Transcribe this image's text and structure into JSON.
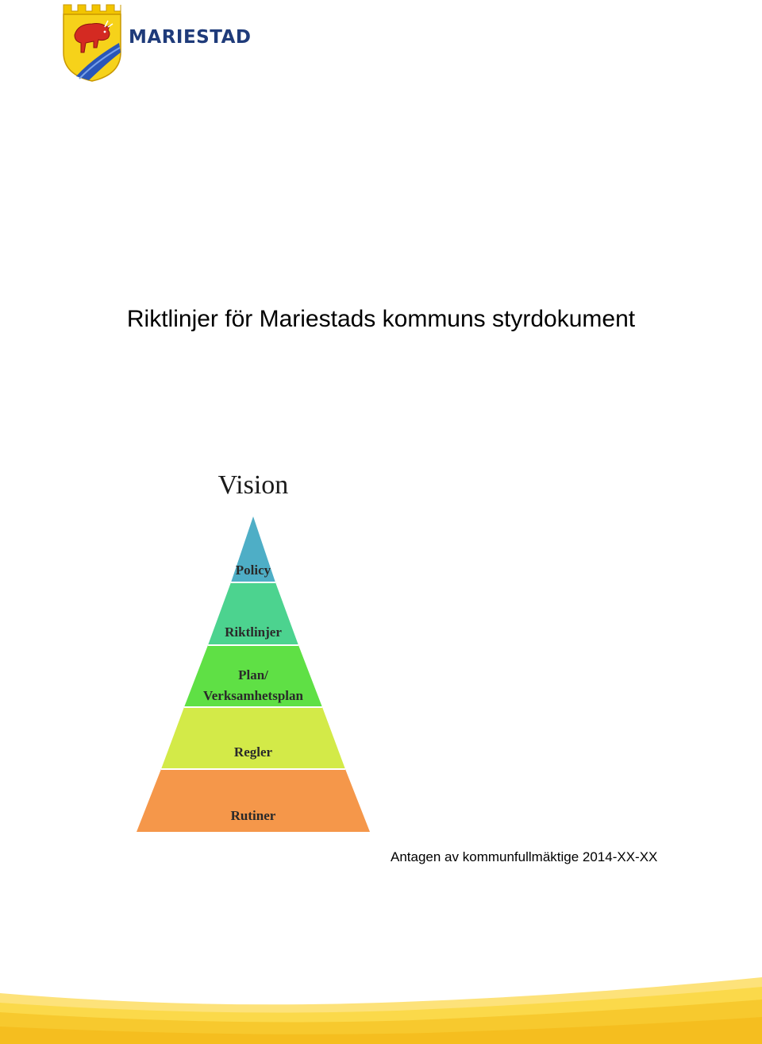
{
  "header": {
    "logo_text": "MARIESTAD",
    "logo_icon": "mariestad-coat-of-arms-icon"
  },
  "document": {
    "title": "Riktlinjer för Mariestads kommuns styrdokument"
  },
  "pyramid": {
    "top_label": "Vision",
    "levels": [
      {
        "label": "Policy",
        "color": "#4eaec6"
      },
      {
        "label": "Riktlinjer",
        "color": "#4cd38f"
      },
      {
        "label_line1": "Plan/",
        "label_line2": "Verksamhetsplan",
        "color": "#5fe045"
      },
      {
        "label": "Regler",
        "color": "#d3ea48"
      },
      {
        "label": "Rutiner",
        "color": "#f5974a"
      }
    ]
  },
  "footer": {
    "adopted_text": "Antagen av kommunfullmäktige 2014-XX-XX",
    "wave_color": "#fbd94a"
  }
}
